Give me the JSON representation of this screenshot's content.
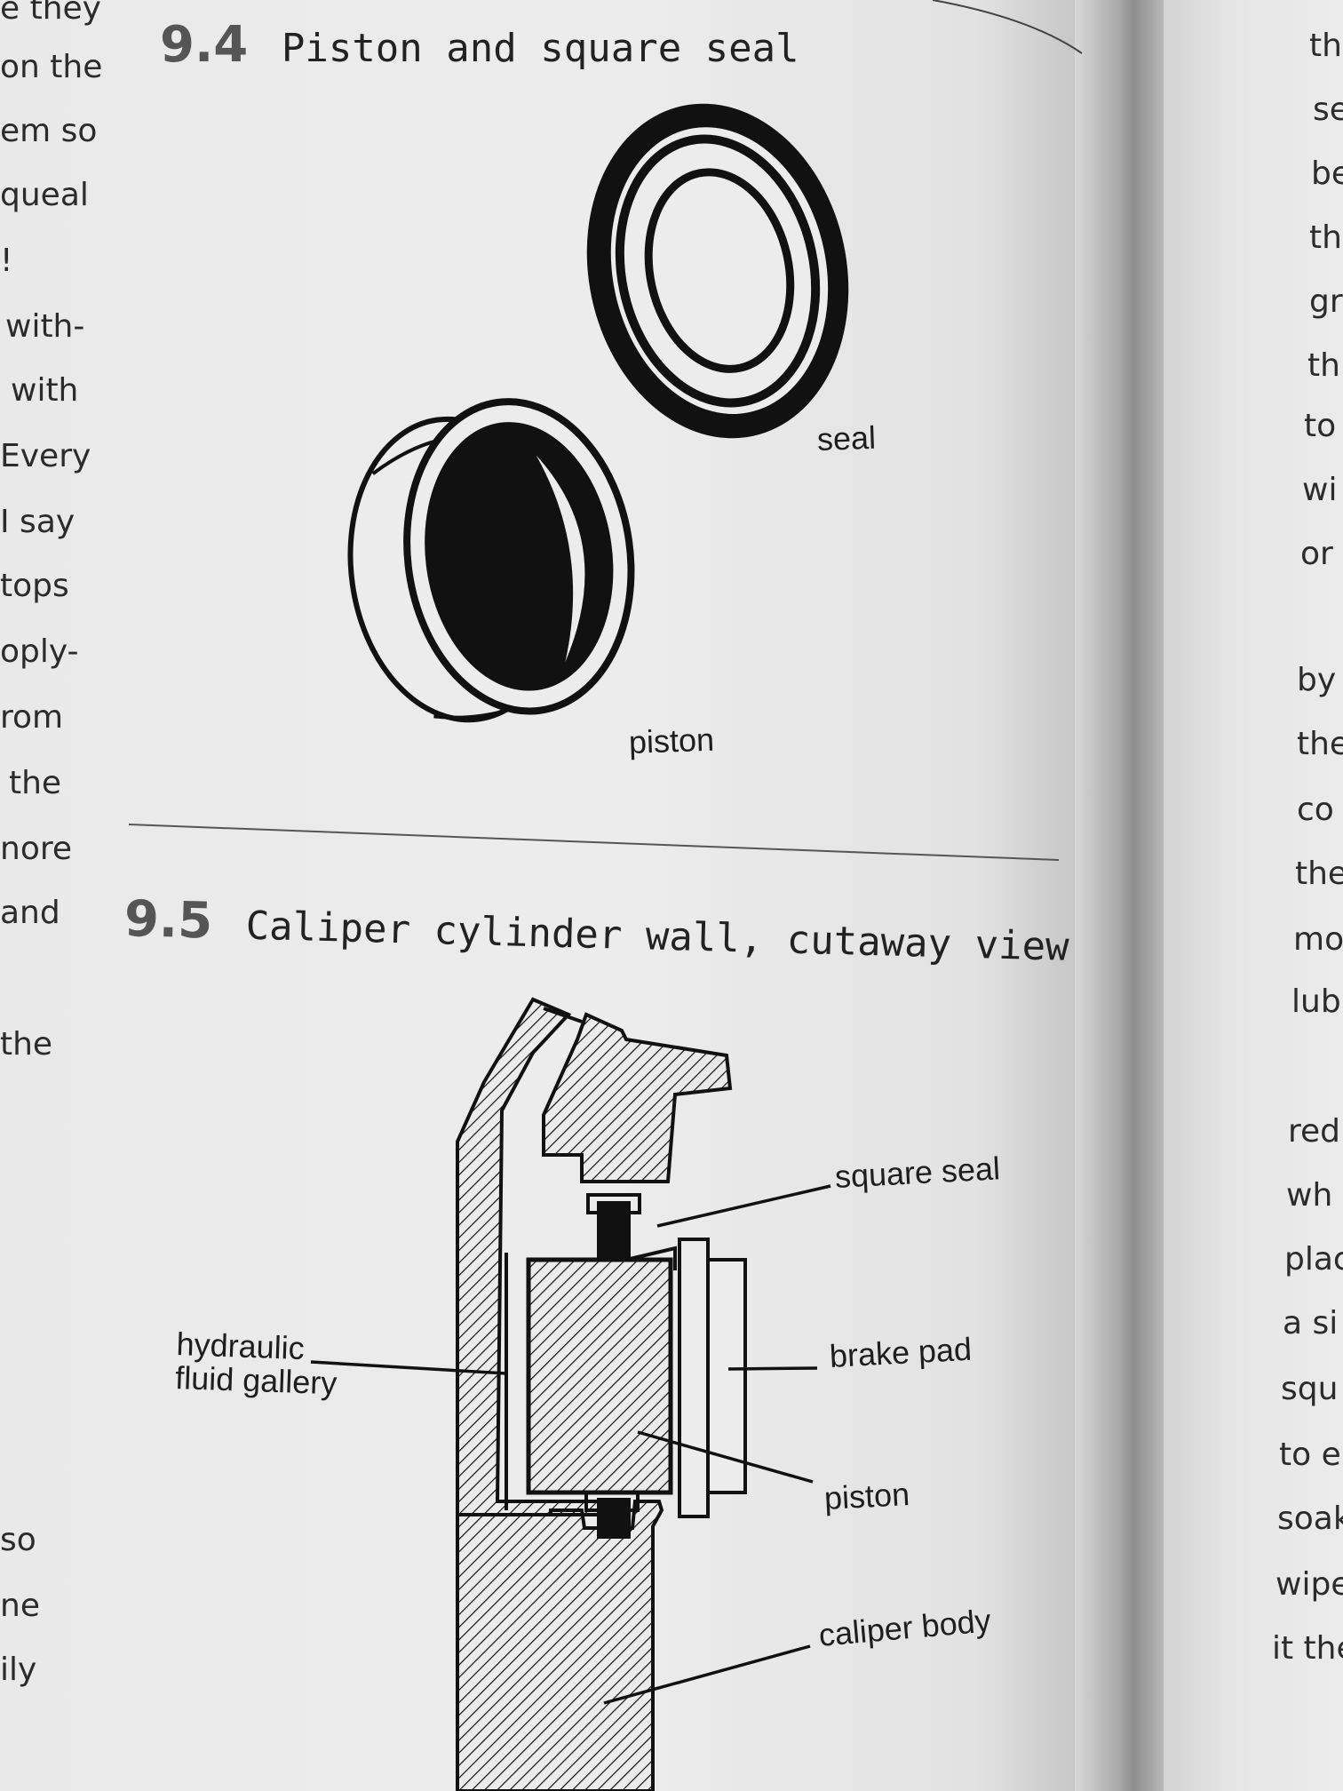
{
  "figure_9_4": {
    "number": "9.4",
    "title": "Piston and square seal",
    "labels": {
      "seal": "seal",
      "piston": "piston"
    }
  },
  "figure_9_5": {
    "number": "9.5",
    "title": "Caliper cylinder wall, cutaway view",
    "labels": {
      "square_seal": "square seal",
      "hydraulic_line1": "hydraulic",
      "hydraulic_line2": "fluid gallery",
      "brake_pad": "brake pad",
      "piston": "piston",
      "caliper_body": "caliper body"
    }
  },
  "left_page_fragments": [
    "e they",
    "on the",
    "em so",
    "queal",
    "!",
    "with-",
    "with",
    "Every",
    "I say",
    "tops",
    "oply-",
    "rom",
    "the",
    "nore",
    "and",
    "the",
    "so",
    "ne",
    "ily"
  ],
  "right_page_fragments": [
    "th",
    "se",
    "be",
    "th",
    "gr",
    "th",
    "to",
    "wi",
    "or",
    "by",
    "the",
    "co",
    "the",
    "mo",
    "lub",
    "red",
    "wh",
    "plac",
    "a si",
    "squ",
    "to e",
    "soak",
    "wipe",
    "it the"
  ]
}
